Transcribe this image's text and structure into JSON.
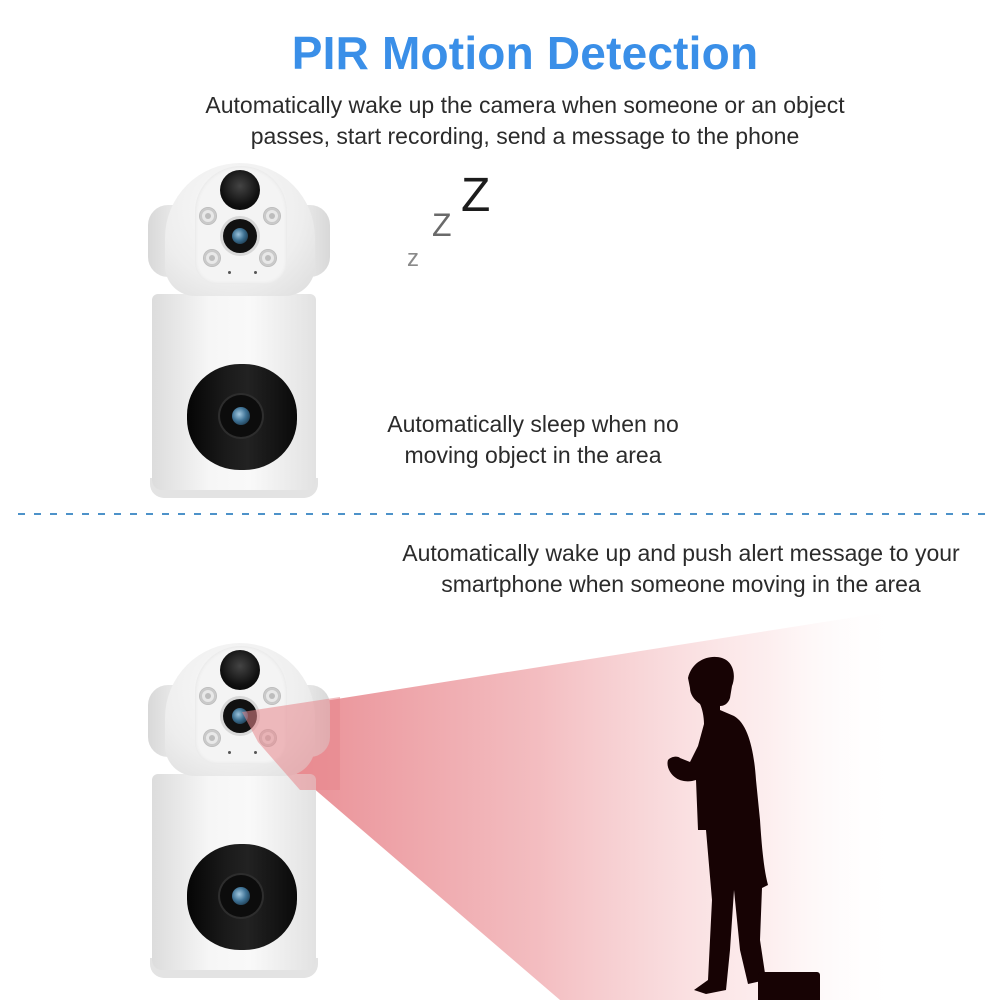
{
  "header": {
    "title": "PIR Motion Detection",
    "subtitle_line1": "Automatically wake up the camera when someone or an object",
    "subtitle_line2": "passes, start recording, send a message to the phone"
  },
  "sleep_section": {
    "zzz": [
      "z",
      "Z",
      "Z"
    ],
    "caption_line1": "Automatically sleep when no",
    "caption_line2": "moving object in the area"
  },
  "wake_section": {
    "caption_line1": "Automatically wake up and push alert message to your",
    "caption_line2": "smartphone when someone moving in the area"
  },
  "colors": {
    "title": "#3a8fe8",
    "text": "#2b2b2b",
    "divider": "#4d92c9",
    "beam": "#e8878c",
    "silhouette": "#170304"
  }
}
